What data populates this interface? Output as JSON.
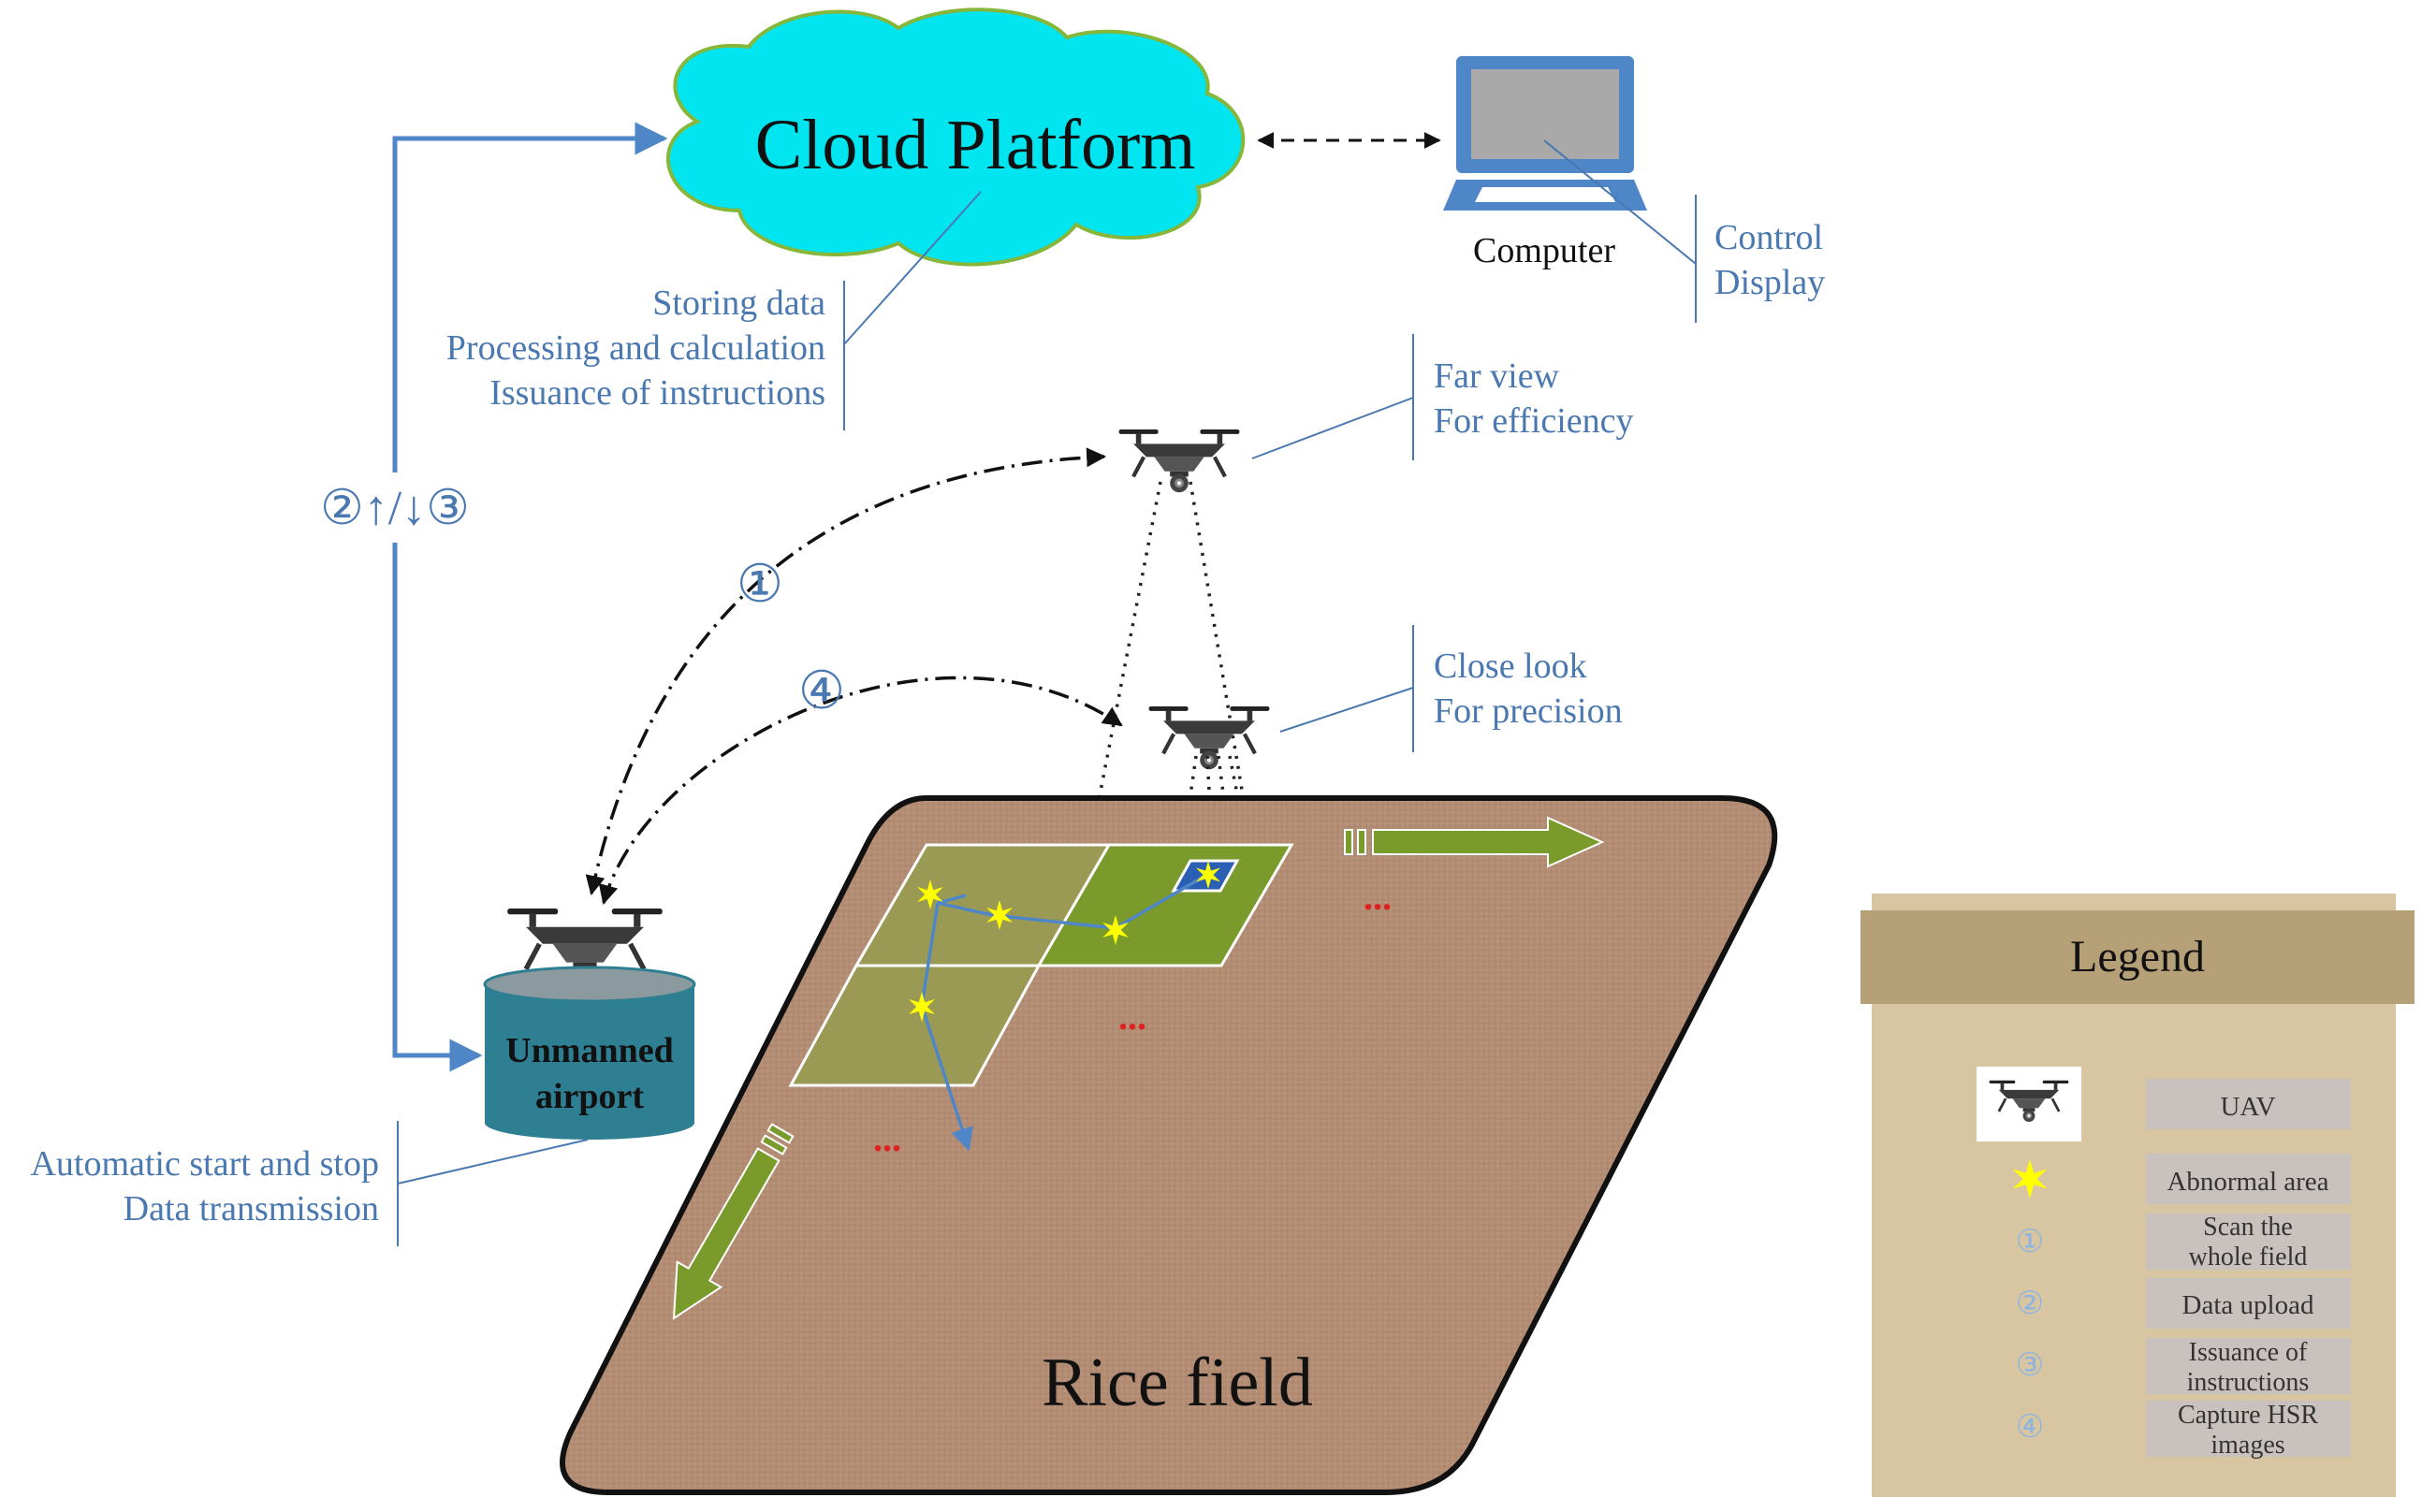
{
  "colors": {
    "annotation_blue": "#4a78b0",
    "arrow_blue": "#4f86c8",
    "cloud_fill": "#00e5f0",
    "cloud_stroke": "#86b63a",
    "field_fill": "#b38d73",
    "plot_light": "#9b9a55",
    "plot_green": "#7b9a2c",
    "airport_fill": "#2f7f92",
    "legend_bg": "#d8c6a2",
    "legend_header": "#b5a078",
    "legend_cell": "#c9c1bd",
    "star_yellow": "#ffff00",
    "dots_red": "#e02020"
  },
  "cloud": {
    "title": "Cloud Platform"
  },
  "computer": {
    "label": "Computer",
    "notes": [
      "Control",
      "Display"
    ]
  },
  "cloud_notes": [
    "Storing data",
    "Processing and calculation",
    "Issuance of instructions"
  ],
  "uav_far_notes": [
    "Far view",
    "For efficiency"
  ],
  "uav_close_notes": [
    "Close look",
    "For precision"
  ],
  "airport": {
    "line1": "Unmanned",
    "line2": "airport",
    "notes": [
      "Automatic start and stop",
      "Data transmission"
    ]
  },
  "link_label": "②↑/↓③",
  "step_labels": {
    "scan": "①",
    "capture": "④"
  },
  "ellipsis": "...",
  "field": {
    "label": "Rice field"
  },
  "legend": {
    "title": "Legend",
    "items": [
      {
        "icon": "uav-icon",
        "label": "UAV"
      },
      {
        "icon": "star-icon",
        "label": "Abnormal area"
      },
      {
        "icon": "①",
        "label": "Scan the whole field"
      },
      {
        "icon": "②",
        "label": "Data upload"
      },
      {
        "icon": "③",
        "label": "Issuance of instructions"
      },
      {
        "icon": "④",
        "label": "Capture HSR images"
      }
    ]
  }
}
